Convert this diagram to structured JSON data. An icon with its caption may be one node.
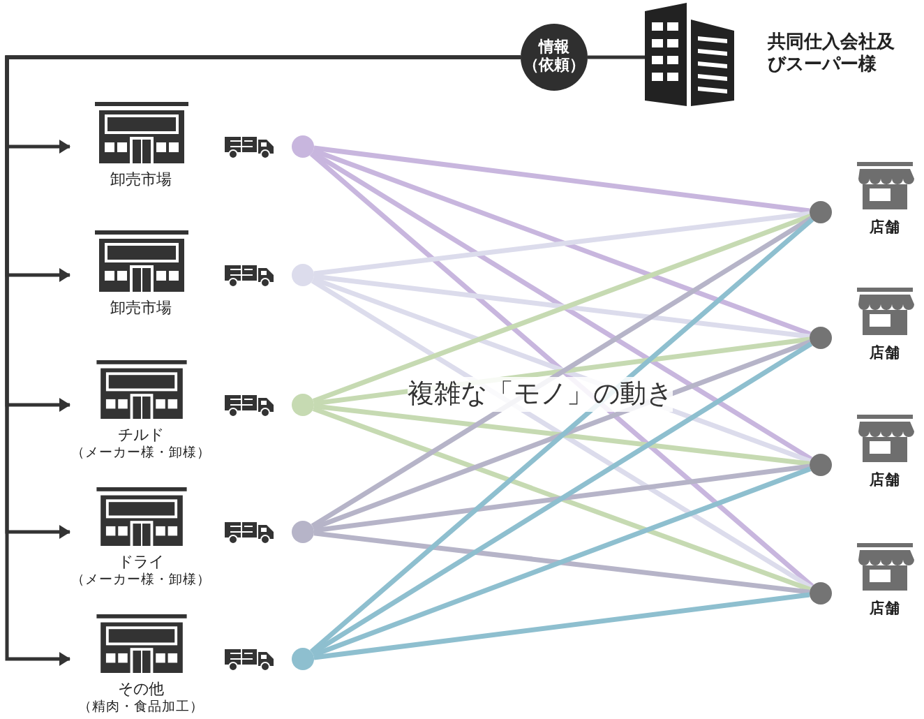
{
  "diagram": {
    "nodes": [
      {
        "text": [
          "情報",
          "（依頼）"
        ]
      },
      {
        "text": [
          "共同仕入会社及びスーパー様"
        ]
      },
      {
        "text": [
          "卸売市場"
        ]
      },
      {
        "text": [
          "卸売市場"
        ]
      },
      {
        "text": [
          "チルド",
          "（メーカー様・卸様）"
        ]
      },
      {
        "text": [
          "ドライ",
          "（メーカー様・卸様）"
        ]
      },
      {
        "text": [
          "その他",
          "（精肉・食品加工）"
        ]
      },
      {
        "text": [],
        "shape": "circle"
      },
      {
        "text": [],
        "shape": "circle"
      },
      {
        "text": [],
        "shape": "circle"
      },
      {
        "text": [],
        "shape": "circle"
      },
      {
        "text": [],
        "shape": "circle"
      },
      {
        "text": [],
        "shape": "circle"
      },
      {
        "text": [],
        "shape": "circle"
      },
      {
        "text": [],
        "shape": "circle"
      },
      {
        "text": [],
        "shape": "circle"
      },
      {
        "text": [
          "店舗"
        ]
      },
      {
        "text": [
          "店舗"
        ]
      },
      {
        "text": [
          "店舗"
        ]
      },
      {
        "text": [
          "店舗"
        ]
      }
    ],
    "edges": [
      {
        "from": 1,
        "to": 0,
        "arrow": "none"
      },
      {
        "from": 0,
        "to": 2,
        "arrow": "to"
      },
      {
        "from": 0,
        "to": 3,
        "arrow": "to"
      },
      {
        "from": 0,
        "to": 4,
        "arrow": "to"
      },
      {
        "from": 0,
        "to": 5,
        "arrow": "to"
      },
      {
        "from": 0,
        "to": 6,
        "arrow": "to"
      },
      {
        "from": 7,
        "to": 12,
        "arrow": "none",
        "color": "#c8b6de"
      },
      {
        "from": 7,
        "to": 13,
        "arrow": "none",
        "color": "#c8b6de"
      },
      {
        "from": 7,
        "to": 14,
        "arrow": "none",
        "color": "#c8b6de"
      },
      {
        "from": 7,
        "to": 15,
        "arrow": "none",
        "color": "#c8b6de"
      },
      {
        "from": 8,
        "to": 12,
        "arrow": "none",
        "color": "#dcdcec"
      },
      {
        "from": 8,
        "to": 13,
        "arrow": "none",
        "color": "#dcdcec"
      },
      {
        "from": 8,
        "to": 14,
        "arrow": "none",
        "color": "#dcdcec"
      },
      {
        "from": 8,
        "to": 15,
        "arrow": "none",
        "color": "#dcdcec"
      },
      {
        "from": 9,
        "to": 12,
        "arrow": "none",
        "color": "#c6dab2"
      },
      {
        "from": 9,
        "to": 13,
        "arrow": "none",
        "color": "#c6dab2"
      },
      {
        "from": 9,
        "to": 14,
        "arrow": "none",
        "color": "#c6dab2"
      },
      {
        "from": 9,
        "to": 15,
        "arrow": "none",
        "color": "#c6dab2"
      },
      {
        "from": 10,
        "to": 12,
        "arrow": "none",
        "color": "#b6b4c8"
      },
      {
        "from": 10,
        "to": 13,
        "arrow": "none",
        "color": "#b6b4c8"
      },
      {
        "from": 10,
        "to": 14,
        "arrow": "none",
        "color": "#b6b4c8"
      },
      {
        "from": 10,
        "to": 15,
        "arrow": "none",
        "color": "#b6b4c8"
      },
      {
        "from": 11,
        "to": 12,
        "arrow": "none",
        "color": "#8ebfcf"
      },
      {
        "from": 11,
        "to": 13,
        "arrow": "none",
        "color": "#8ebfcf"
      },
      {
        "from": 11,
        "to": 14,
        "arrow": "none",
        "color": "#8ebfcf"
      },
      {
        "from": 11,
        "to": 15,
        "arrow": "none",
        "color": "#8ebfcf"
      }
    ],
    "labels": [
      "複雑な「モノ」の動き"
    ]
  }
}
